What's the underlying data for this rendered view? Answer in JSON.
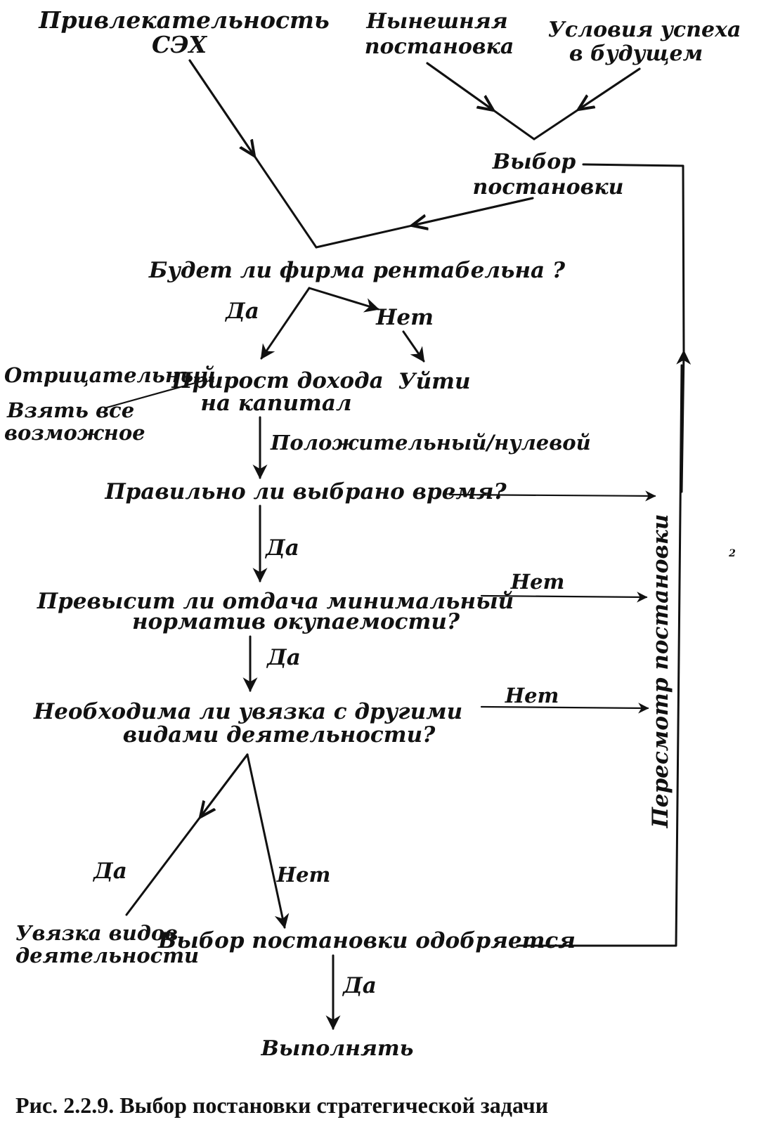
{
  "nodes": {
    "attractiveness": [
      "Привлекательность",
      "СЭХ"
    ],
    "current": [
      "Нынешняя",
      "постановка"
    ],
    "conditions": [
      "Условия успеха",
      "в будущем"
    ],
    "choice": [
      "Выбор",
      "постановки"
    ],
    "profitable": "Будет ли фирма рентабельна ?",
    "exit": "Уйти",
    "growth": [
      "Прирост дохода",
      "на капитал"
    ],
    "negative": "Отрицательный",
    "take_all": [
      "Взять все",
      "возможное"
    ],
    "timing": "Правильно ли выбрано время?",
    "exceed": [
      "Превысит ли отдача минимальный",
      "норматив окупаемости?"
    ],
    "link_needed": [
      "Необходима ли увязка с другими",
      "видами деятельности?"
    ],
    "link_activities": [
      "Увязка видов",
      "деятельности"
    ],
    "approved": "Выбор постановки одобряется",
    "execute": "Выполнять",
    "revision": "Пересмотр постановки",
    "side_mark": "2"
  },
  "edges": {
    "yes": "Да",
    "no": "Нет",
    "positive_zero": "Положительный/нулевой"
  },
  "caption": "Рис. 2.2.9. Выбор постановки стратегической задачи"
}
